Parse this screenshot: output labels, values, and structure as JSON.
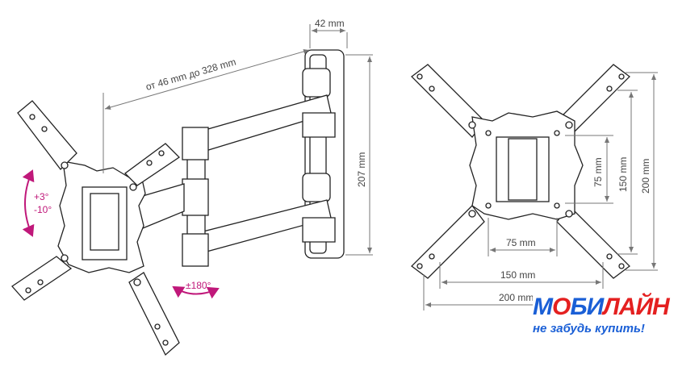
{
  "left_view": {
    "depth_label": "42 mm",
    "extension_label": "от 46 mm до 328 mm",
    "height_label": "207 mm",
    "tilt_up": "+3°",
    "tilt_down": "-10°",
    "swivel_label": "±180°"
  },
  "right_view": {
    "v_75": "75 mm",
    "v_150": "150 mm",
    "v_200": "200 mm",
    "h_75": "75 mm",
    "h_150": "150 mm",
    "h_200": "200 mm"
  },
  "logo": {
    "part1": "М",
    "part2": "О",
    "part3": "БИ",
    "part4": "ЛАЙН",
    "tagline": "не забудь купить!"
  },
  "colors": {
    "accent": "#c0187a",
    "brand_blue": "#1a5fd6",
    "brand_red": "#e42020"
  }
}
